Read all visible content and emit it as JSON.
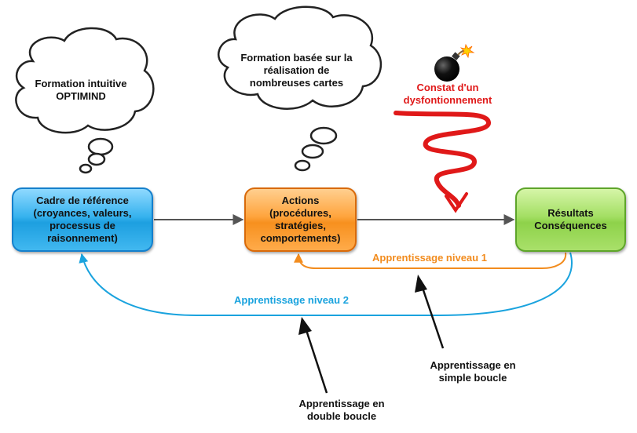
{
  "clouds": {
    "intuitive": "Formation intuitive\nOPTIMIND",
    "cartes": "Formation basée sur la\nréalisation de\nnombreuses cartes"
  },
  "boxes": {
    "cadre": "Cadre de référence\n(croyances, valeurs,\nprocessus de\nraisonnement)",
    "actions": "Actions\n(procédures,\nstratégies,\ncomportements)",
    "resultats": "Résultats\nConséquences"
  },
  "loops": {
    "niveau1": "Apprentissage niveau 1",
    "niveau2": "Apprentissage niveau 2",
    "simple": "Apprentissage en\nsimple boucle",
    "double": "Apprentissage en\ndouble boucle"
  },
  "alert": {
    "constat": "Constat d'un\ndysfontionnement",
    "icon": "bomb-icon"
  },
  "colors": {
    "cadre": "#36b2ee",
    "actions": "#ffa43d",
    "resultats": "#a3df63",
    "niveau1": "#f28c1e",
    "niveau2": "#1aa3de",
    "constat": "#e01919",
    "arrow": "#555555"
  }
}
